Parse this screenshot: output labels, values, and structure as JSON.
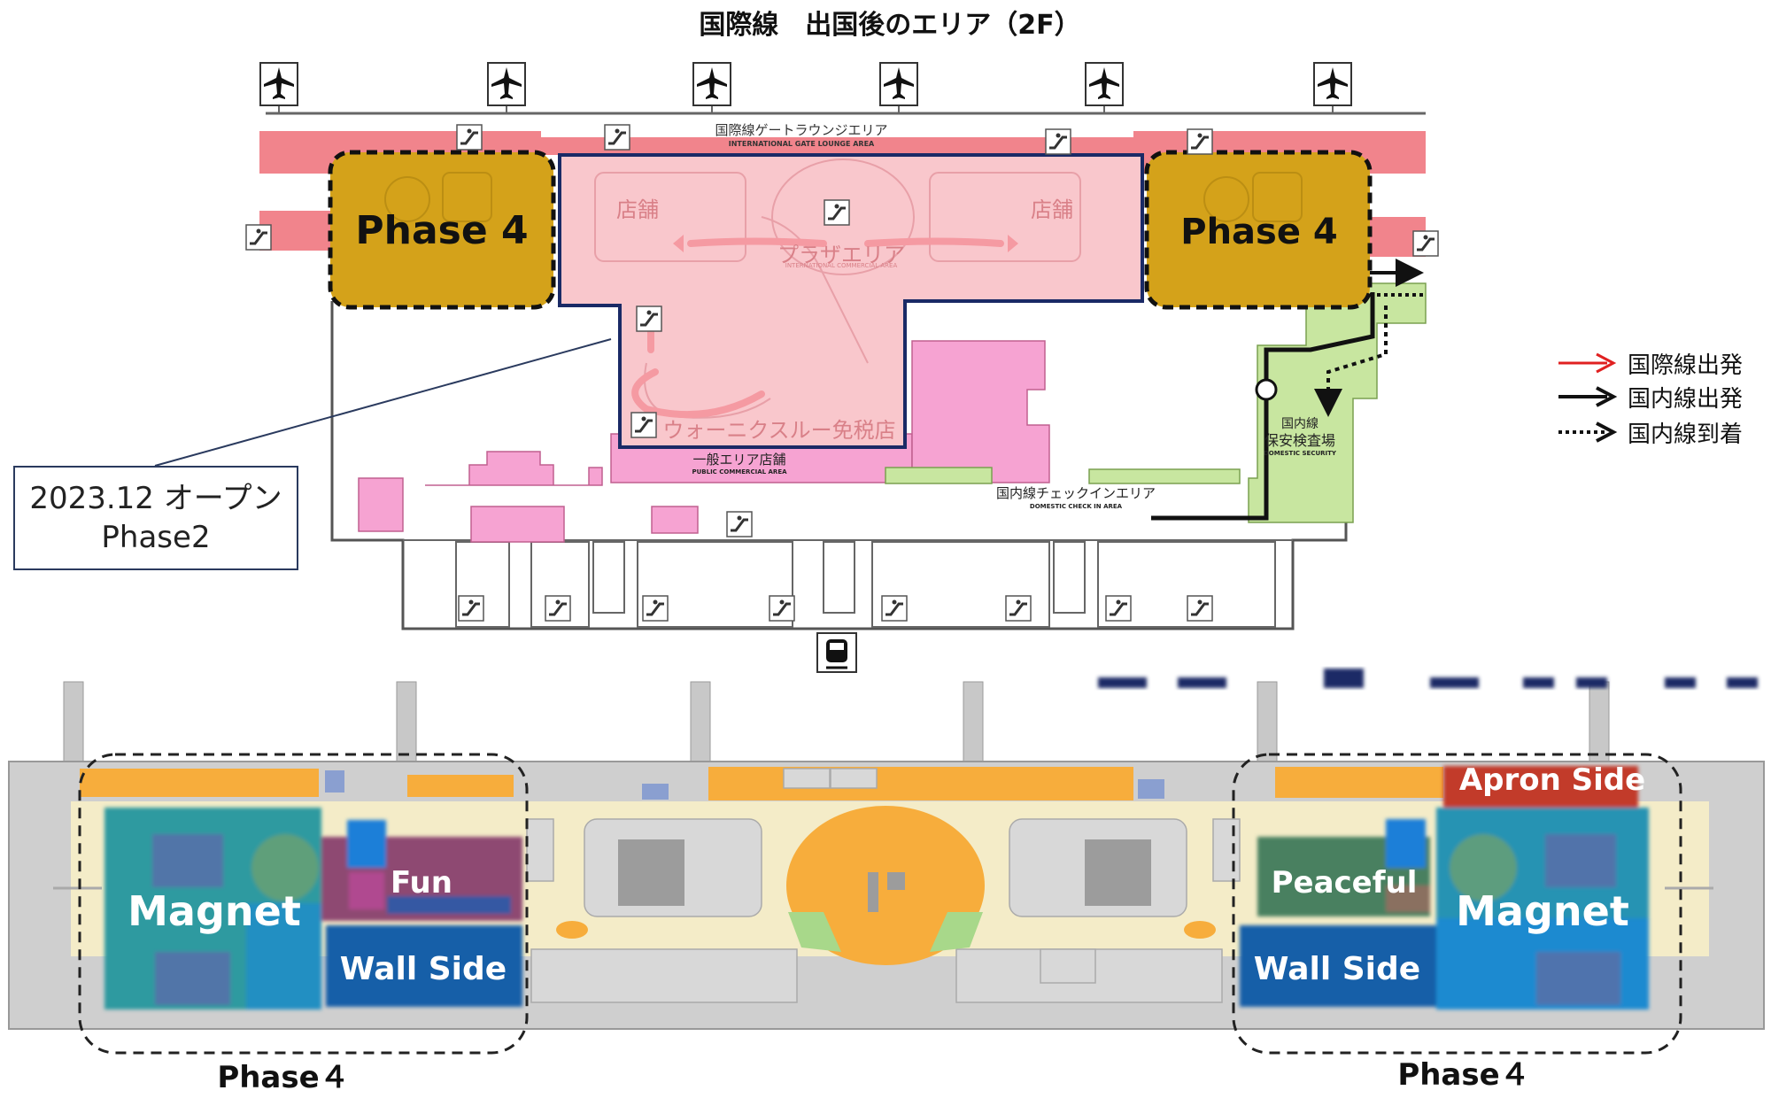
{
  "title": "国際線　出国後のエリア（2F）",
  "upper_map": {
    "intl_gate_lounge_jp": "国際線ゲートラウンジエリア",
    "intl_gate_lounge_en": "INTERNATIONAL GATE LOUNGE AREA",
    "shop_left": "店舗",
    "shop_right": "店舗",
    "plaza_jp": "プラザエリア",
    "plaza_en": "INTERNATIONAL COMMERCIAL AREA",
    "duty_free": "ウォーニクスルー免税店",
    "public_commercial_jp": "一般エリア店舗",
    "public_commercial_en": "PUBLIC COMMERCIAL AREA",
    "domestic_checkin_jp": "国内線チェックインエリア",
    "domestic_checkin_en": "DOMESTIC CHECK IN AREA",
    "domestic_security_jp1": "国内線",
    "domestic_security_jp2": "保安検査場",
    "domestic_security_en": "DOMESTIC SECURITY",
    "phase_left": "Phase 4",
    "phase_right": "Phase 4"
  },
  "callout": {
    "line1": "2023.12 オープン",
    "line2": "Phase2"
  },
  "legend": [
    {
      "label": "国際線出発",
      "color": "#e02020",
      "style": "solid"
    },
    {
      "label": "国内線出発",
      "color": "#111111",
      "style": "solid"
    },
    {
      "label": "国内線到着",
      "color": "#111111",
      "style": "dotted"
    }
  ],
  "lower_map": {
    "left": {
      "magnet": "Magnet",
      "fun": "Fun",
      "wall_side": "Wall Side",
      "phase": "Phase４"
    },
    "right": {
      "apron_side": "Apron Side",
      "peaceful": "Peaceful",
      "magnet": "Magnet",
      "wall_side": "Wall Side",
      "phase": "Phase４"
    }
  },
  "colors": {
    "phase4_gold": "#d4a21a",
    "plaza_pink": "#f9c7cc",
    "lounge_red": "#f1848c",
    "shop_pink": "#f6a3d2",
    "domestic_green": "#c8e6a0",
    "outline_navy": "#1a2a66",
    "magnet_teal": "#2f9aa0",
    "fun_purple": "#8e4a72",
    "wall_blue": "#175fa8",
    "peaceful_green": "#4a8060",
    "apron_red": "#c23a2a",
    "orange": "#f7ad3c"
  }
}
